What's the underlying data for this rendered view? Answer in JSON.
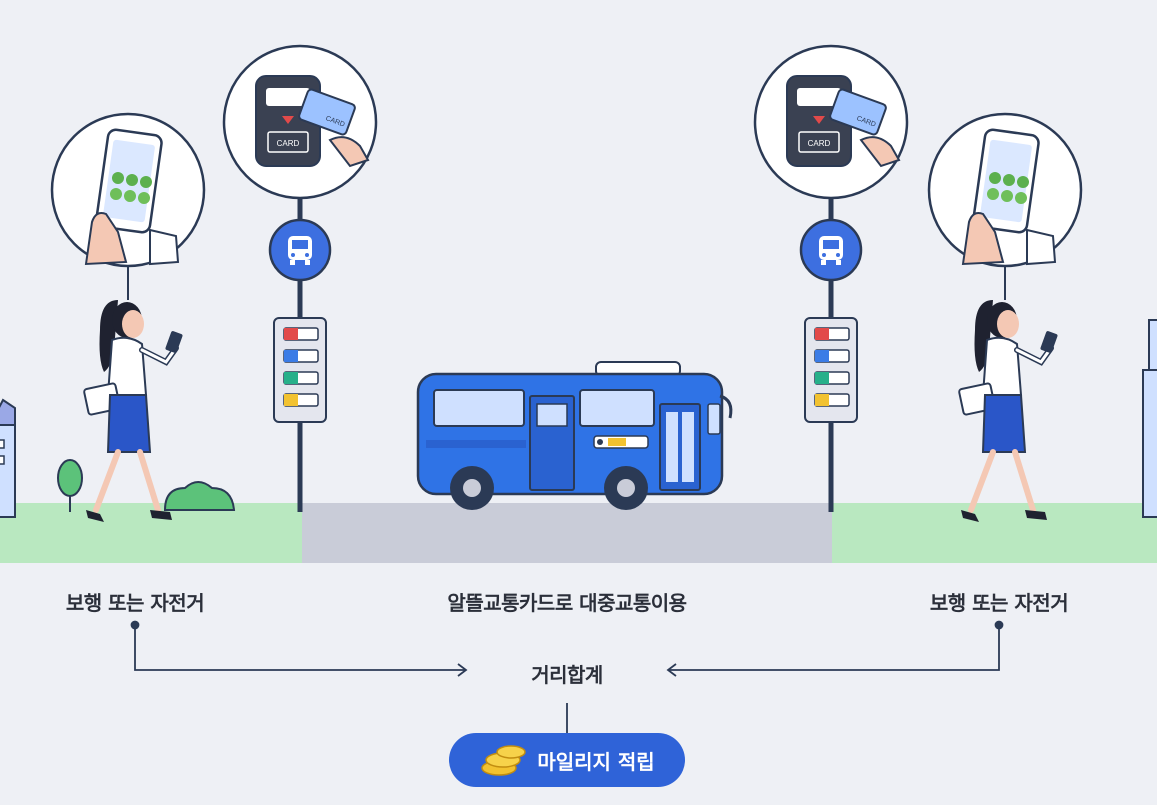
{
  "labels": {
    "left": "보행 또는 자전거",
    "middle": "알뜰교통카드로 대중교통이용",
    "right": "보행 또는 자전거",
    "sum": "거리합계"
  },
  "reward": {
    "label": "마일리지 적립"
  },
  "card_text": {
    "reader": "CARD",
    "card_brand": "CARD"
  },
  "colors": {
    "background": "#eef0f5",
    "grass": "#b9e8c0",
    "road": "#c9ccd8",
    "bus": "#2f73e6",
    "bus_sign": "#3d6fe0",
    "pill": "#2f63d8",
    "skirt": "#2a56c8",
    "coin": "#f2c230",
    "stop_colors": [
      "#e24a4a",
      "#3b7ce6",
      "#27b08a",
      "#f2c230"
    ]
  },
  "icons": [
    "phone-app-icon",
    "card-reader-icon",
    "bus-stop-sign-icon",
    "coins-icon"
  ]
}
